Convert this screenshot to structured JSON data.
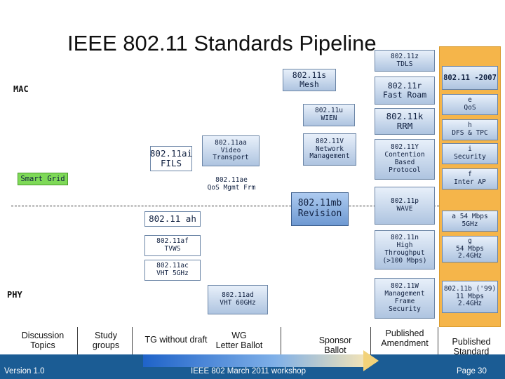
{
  "title": "IEEE 802.11 Standards Pipeline",
  "labels": {
    "mac": "MAC",
    "phy": "PHY",
    "smart_grid": "Smart Grid"
  },
  "boxes": {
    "tdls_code": "802.11z",
    "tdls_name": "TDLS",
    "mesh_code": "802.11s",
    "mesh_name": "Mesh",
    "wien_code": "802.11u",
    "wien_name": "WIEN",
    "aa_code": "802.11aa",
    "aa_name": "Video Transport",
    "ai_code": "802.11ai",
    "ai_name": "FILS",
    "v_code": "802.11V",
    "v_name1": "Network",
    "v_name2": "Management",
    "ae_code": "802.11ae",
    "ae_name": "QoS Mgmt Frm",
    "r_code": "802.11r",
    "r_name": "Fast Roam",
    "k_code": "802.11k",
    "k_name": "RRM",
    "y_code": "802.11Y",
    "y_name1": "Contention",
    "y_name2": "Based",
    "y_name3": "Protocol",
    "mb_code": "802.11mb",
    "mb_name": "Revision",
    "ah_code": "802.11 ah",
    "p_code": "802.11p",
    "p_name": "WAVE",
    "af_code": "802.11af",
    "af_name": "TVWS",
    "n_code": "802.11n",
    "n_name1": "High",
    "n_name2": "Throughput",
    "n_name3": "(>100 Mbps)",
    "ac_code": "802.11ac",
    "ac_name": "VHT 5GHz",
    "ad_code": "802.11ad",
    "ad_name": "VHT 60GHz",
    "w_code": "802.11W",
    "w_name1": "Management",
    "w_name2": "Frame",
    "w_name3": "Security"
  },
  "published": {
    "header": "802.11 -2007",
    "e_code": "e",
    "e_name": "QoS",
    "h_code": "h",
    "h_name": "DFS & TPC",
    "i_code": "i",
    "i_name": "Security",
    "f_code": "f",
    "f_name": "Inter AP",
    "a_line1": "a 54 Mbps",
    "a_line2": "5GHz",
    "g_code": "g",
    "g_line1": "54 Mbps",
    "g_line2": "2.4GHz",
    "b_line1": "802.11b ('99)",
    "b_line2": "11 Mbps",
    "b_line3": "2.4GHz"
  },
  "stages": {
    "discussion": [
      "Discussion",
      "Topics"
    ],
    "study": [
      "Study",
      "groups"
    ],
    "tg": "TG without draft",
    "wg": [
      "WG",
      "Letter Ballot"
    ],
    "sponsor": [
      "Sponsor",
      "Ballot"
    ],
    "amendment": [
      "Published",
      "Amendment"
    ],
    "standard": [
      "Published",
      "Standard"
    ]
  },
  "footer": {
    "version": "Version 1.0",
    "event": "IEEE 802 March 2011 workshop",
    "page": "Page 30"
  },
  "colors": {
    "box_fill": "#aec4e0",
    "published_column": "#f5b54a",
    "footer_bar": "#1b5c94",
    "smart_grid": "#7ed957"
  }
}
